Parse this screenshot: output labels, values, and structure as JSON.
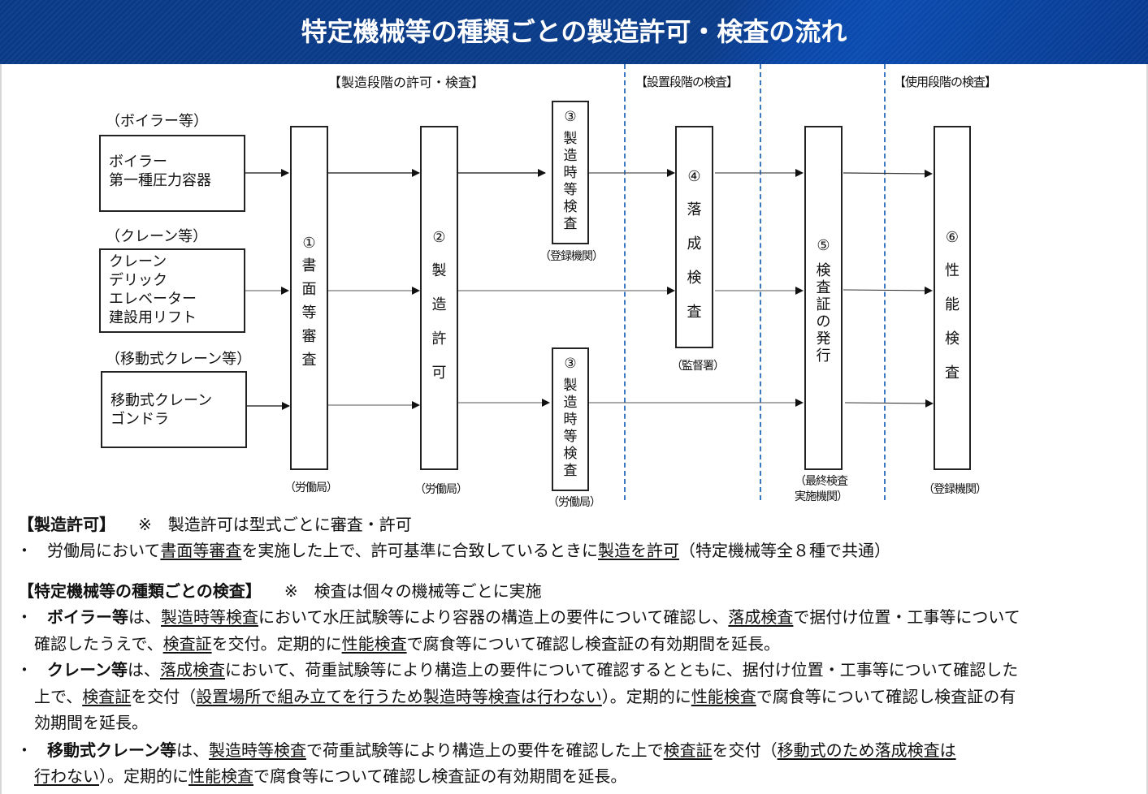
{
  "title": "特定機械等の種類ごとの製造許可・検査の流れ",
  "stages": {
    "manufacturing": "【製造段階の許可・検査】",
    "installation": "【設置段階の検査】",
    "usage": "【使用段階の検査】"
  },
  "categories": [
    {
      "label": "（ボイラー等）",
      "items": "ボイラー\n第一種圧力容器"
    },
    {
      "label": "（クレーン等）",
      "items": "クレーン\nデリック\nエレベーター\n建設用リフト"
    },
    {
      "label": "（移動式クレーン等）",
      "items": "移動式クレーン\nゴンドラ"
    }
  ],
  "steps": [
    {
      "num": "①",
      "label": "書面等審査",
      "org": "（労働局）"
    },
    {
      "num": "②",
      "label": "製造許可",
      "org": "（労働局）"
    },
    {
      "num": "③",
      "label": "製造時等検査",
      "org": "（登録機関）"
    },
    {
      "num": "③",
      "label": "製造時等検査",
      "org": "（労働局）"
    },
    {
      "num": "④",
      "label": "落成検査",
      "org": "（監督署）"
    },
    {
      "num": "⑤",
      "label": "検査証の発行",
      "org": "（最終検査\n実施機関）"
    },
    {
      "num": "⑥",
      "label": "性能検査",
      "org": "（登録機関）"
    }
  ],
  "colors": {
    "banner": "#0b3c8a",
    "divider": "#3b78c2"
  },
  "notes": {
    "permit_heading": "【製造許可】",
    "permit_note": "※　製造許可は型式ごとに審査・許可",
    "permit_line": {
      "bullet": "・",
      "p1": "労働局において",
      "u1": "書面等審査",
      "p2": "を実施した上で、許可基準に合致しているときに",
      "u2": "製造を許可",
      "p3": "（特定機械等全８種で共通）"
    },
    "inspection_heading": "【特定機械等の種類ごとの検査】",
    "inspection_note": "※　検査は個々の機械等ごとに実施",
    "boiler": {
      "bullet": "・",
      "b": "ボイラー等",
      "p1": "は、",
      "u1": "製造時等検査",
      "p2": "において水圧試験等により容器の構造上の要件について確認し、",
      "u2": "落成検査",
      "p3": "で据付け位置・工事等について",
      "p4": "確認したうえで、",
      "u3": "検査証",
      "p5": "を交付。定期的に",
      "u4": "性能検査",
      "p6": "で腐食等について確認し検査証の有効期間を延長。"
    },
    "crane": {
      "bullet": "・",
      "b": "クレーン等",
      "p1": "は、",
      "u1": "落成検査",
      "p2": "において、荷重試験等により構造上の要件について確認するとともに、据付け位置・工事等について確認した",
      "p3": "上で、",
      "u2": "検査証",
      "p4": "を交付（",
      "u3": "設置場所で組み立てを行うため製造時等検査は行わない",
      "p5": "）。定期的に",
      "u4": "性能検査",
      "p6": "で腐食等について確認し検査証の有",
      "p7": "効期間を延長。"
    },
    "mobile": {
      "bullet": "・",
      "b": "移動式クレーン等",
      "p1": "は、",
      "u1": "製造時等検査",
      "p2": "で荷重試験等により構造上の要件を確認した上で",
      "u2": "検査証",
      "p3": "を交付（",
      "u3": "移動式のため落成検査は",
      "u4": "行わない",
      "p4": "）。定期的に",
      "u5": "性能検査",
      "p5": "で腐食等について確認し検査証の有効期間を延長。"
    }
  }
}
